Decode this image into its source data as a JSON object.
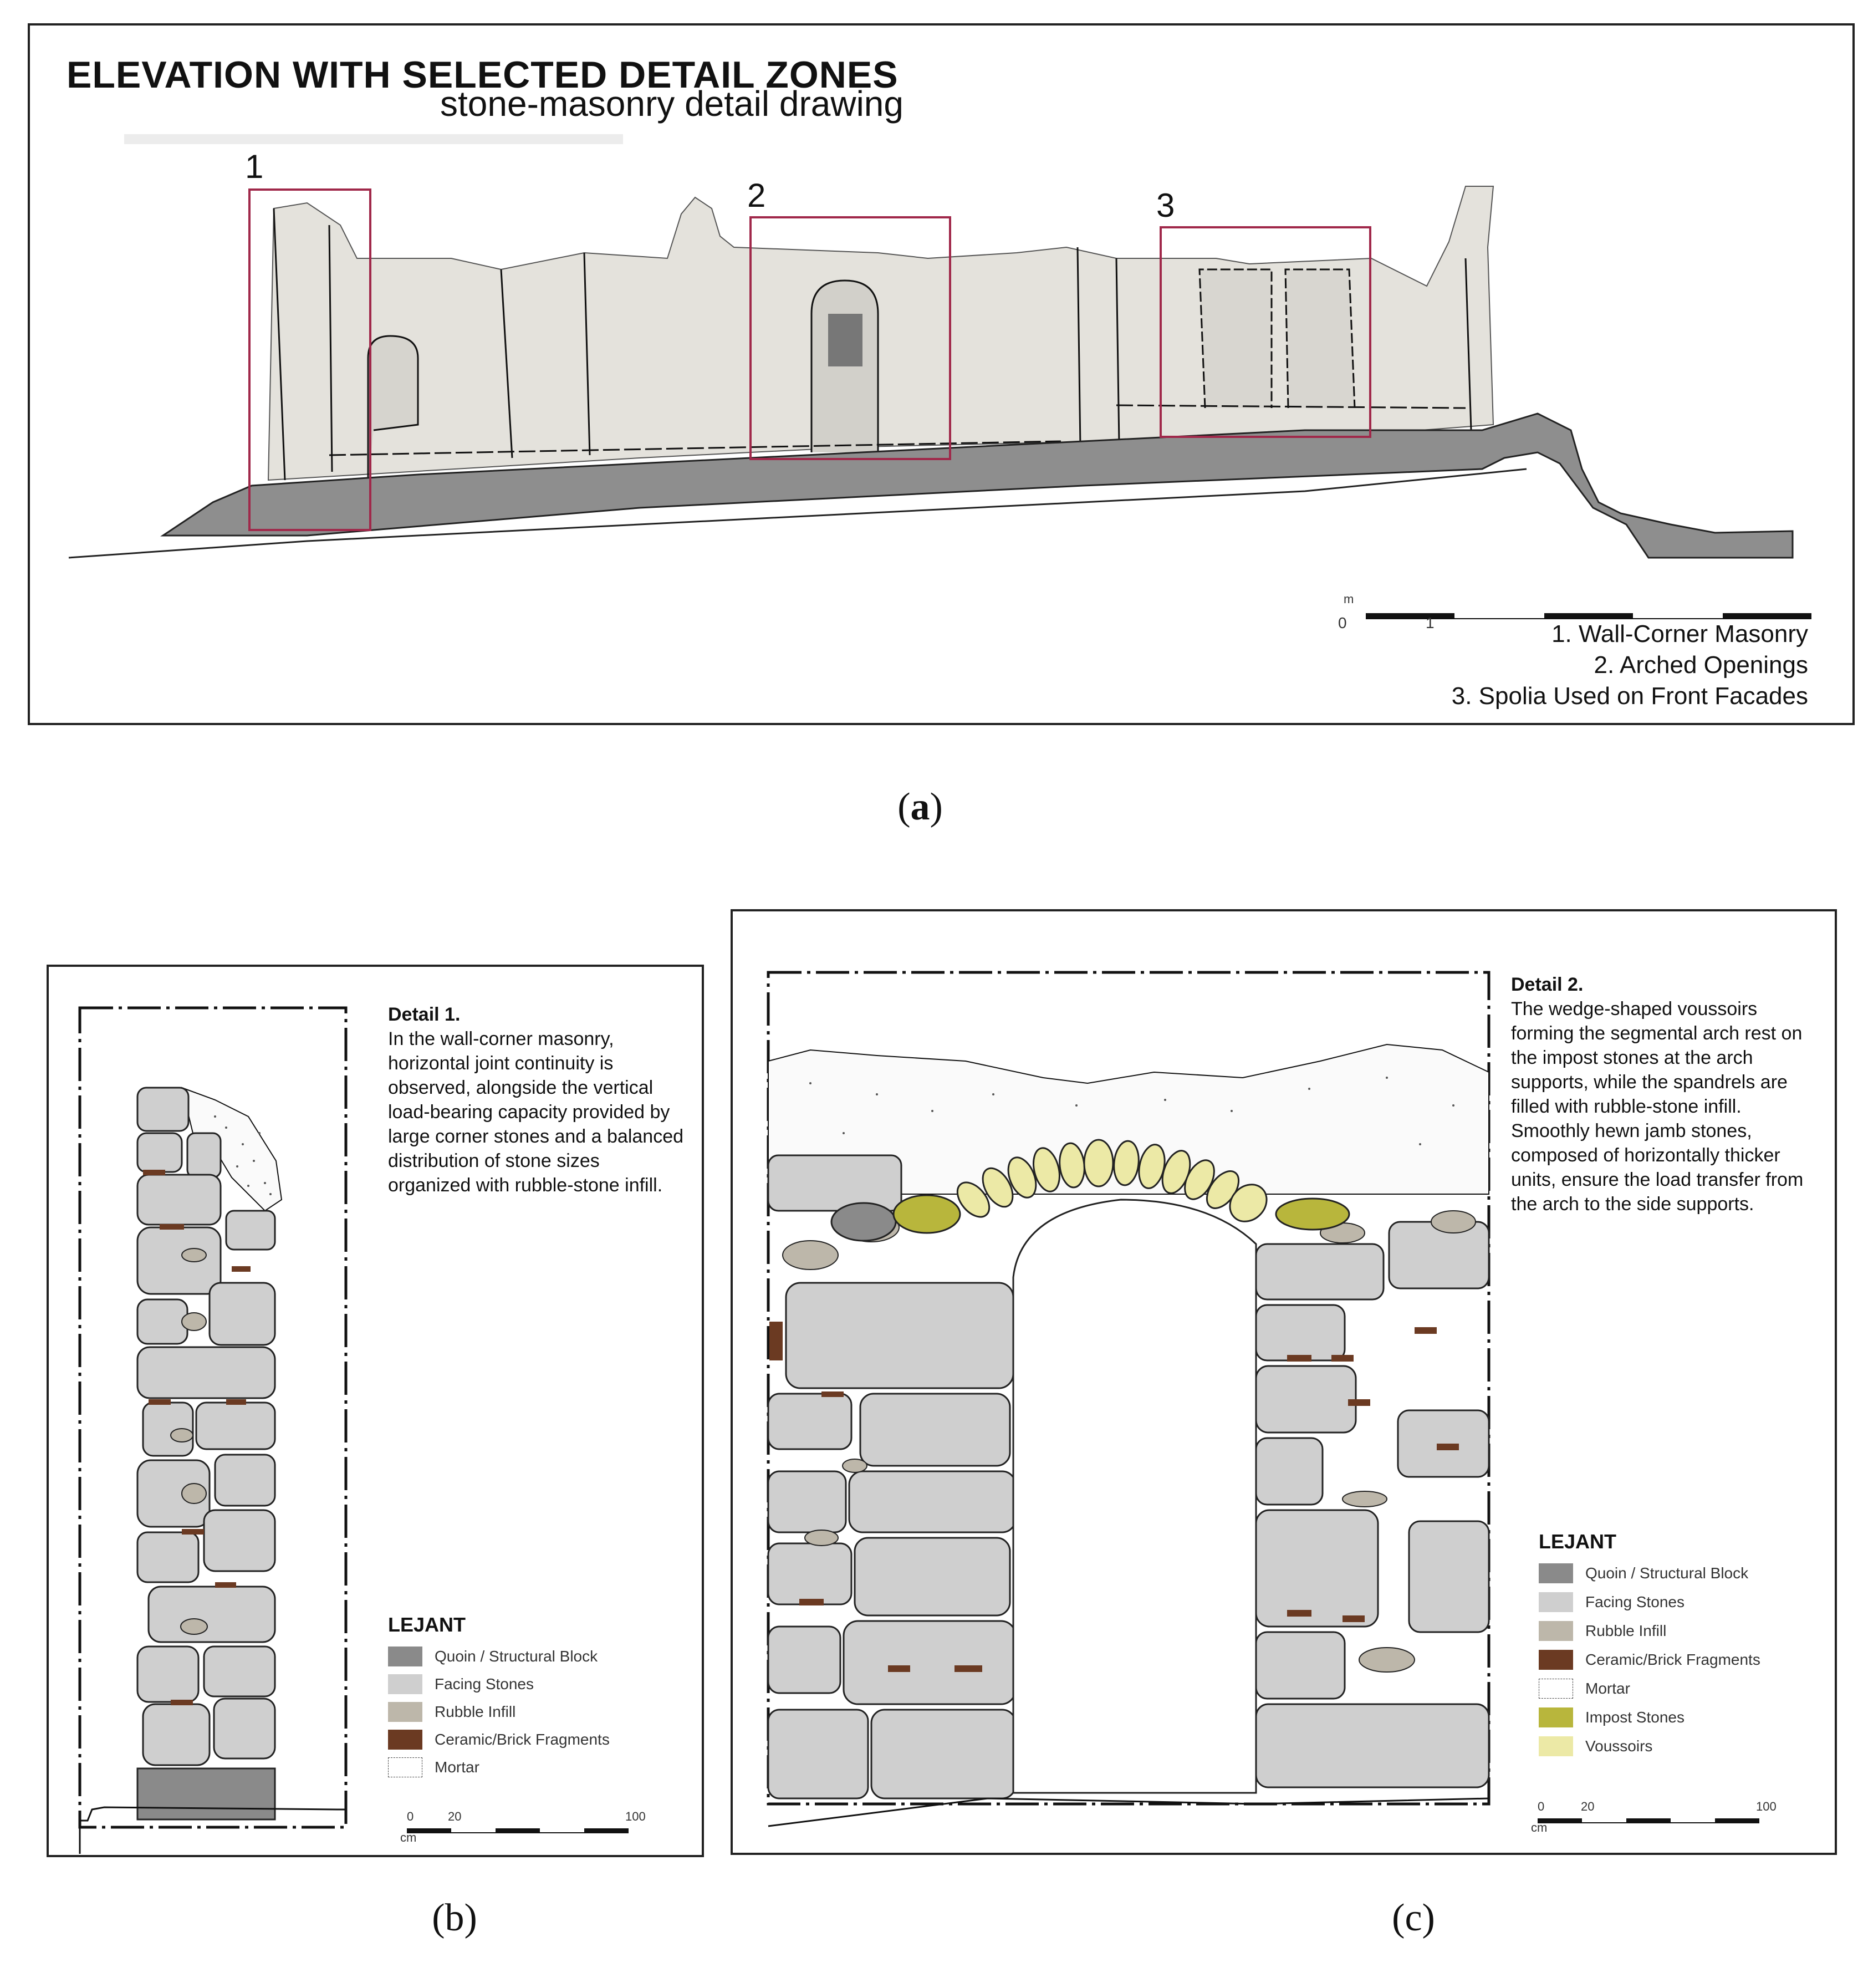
{
  "panel_a": {
    "title": "ELEVATION WITH SELECTED DETAIL ZONES",
    "subtitle": "stone-masonry detail drawing",
    "zones": [
      {
        "num": "1"
      },
      {
        "num": "2"
      },
      {
        "num": "3"
      }
    ],
    "legend": [
      "1.  Wall-Corner Masonry",
      "2. Arched Openings",
      "3. Spolia Used on Front Facades"
    ],
    "scale": {
      "unit": "m",
      "start": "0",
      "end": "1"
    }
  },
  "panel_b": {
    "heading": "Detail 1.",
    "text": "In the wall-corner masonry, horizontal joint continuity is observed, alongside the vertical load-bearing capacity provided by large corner stones and a balanced distribution of stone sizes organized with rubble-stone infill.",
    "legend_title": "LEJANT",
    "legend": [
      {
        "label": "Quoin / Structural Block",
        "color": "#8a8a8a"
      },
      {
        "label": "Facing Stones",
        "color": "#cfcfcf"
      },
      {
        "label": "Rubble Infill",
        "color": "#bdb7aa"
      },
      {
        "label": "Ceramic/Brick Fragments",
        "color": "#6b3a22"
      },
      {
        "label": "Mortar",
        "color": "#ffffff"
      }
    ],
    "scale": {
      "unit": "cm",
      "start": "0",
      "mid": "20",
      "end": "100"
    }
  },
  "panel_c": {
    "heading": "Detail 2.",
    "text": "The wedge-shaped voussoirs forming the segmental arch rest on the impost stones at the arch supports, while the spandrels are filled with rubble-stone infill. Smoothly hewn jamb stones, composed of horizontally thicker units, ensure the load transfer from the arch to the side supports.",
    "legend_title": "LEJANT",
    "legend": [
      {
        "label": "Quoin / Structural Block",
        "color": "#8a8a8a"
      },
      {
        "label": "Facing Stones",
        "color": "#cfcfcf"
      },
      {
        "label": "Rubble Infill",
        "color": "#bdb7aa"
      },
      {
        "label": "Ceramic/Brick Fragments",
        "color": "#6b3a22"
      },
      {
        "label": "Mortar",
        "color": "#ffffff"
      },
      {
        "label": "Impost Stones",
        "color": "#b8b63c"
      },
      {
        "label": "Voussoirs",
        "color": "#ece9a6"
      }
    ],
    "scale": {
      "unit": "cm",
      "start": "0",
      "mid": "20",
      "end": "100"
    }
  },
  "captions": {
    "a": "a",
    "b": "(b)",
    "c": "(c)"
  },
  "colors": {
    "zone_box": "#a0284a",
    "ground": "#8e8e8e",
    "wall": "#e4e2dc",
    "stone_stroke": "#222222"
  }
}
